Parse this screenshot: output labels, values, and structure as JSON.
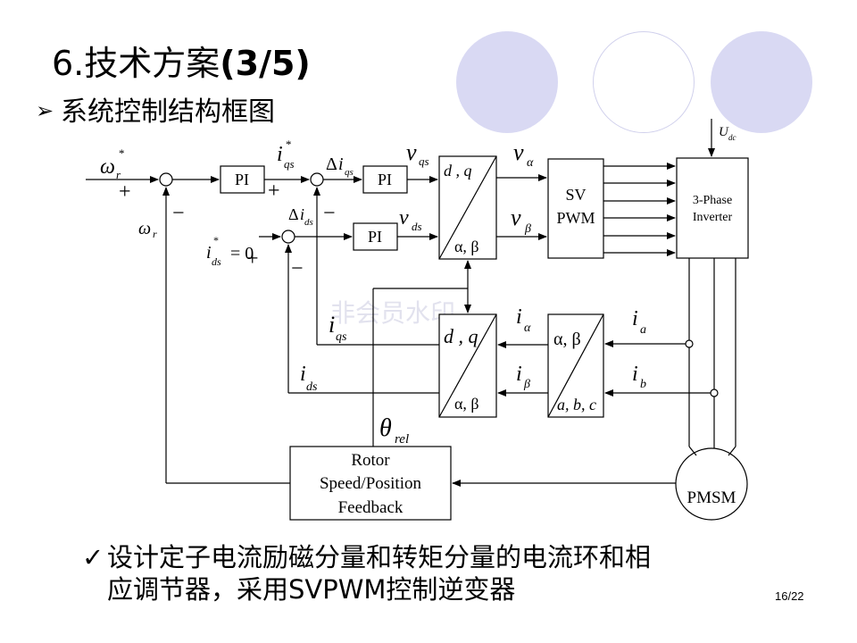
{
  "slide": {
    "title_prefix": "6.技术方案",
    "title_suffix": "(3/5)",
    "subtitle": "系统控制结构框图",
    "description_line1": "设计定子电流励磁分量和转矩分量的电流环和相",
    "description_line2": "应调节器，采用SVPWM控制逆变器",
    "page": "16/22",
    "watermark": "非会员水印"
  },
  "colors": {
    "circle_fill": "#d9d9f3",
    "circle_stroke": "#d0d0ec",
    "line": "#000000"
  },
  "icons": {
    "bullet": "arrowhead-bullet-icon",
    "check": "checkmark-icon"
  },
  "diagram": {
    "pi1": "PI",
    "pi2": "PI",
    "pi3": "PI",
    "svpwm_line1": "SV",
    "svpwm_line2": "PWM",
    "inverter_line1": "3-Phase",
    "inverter_line2": "Inverter",
    "pmsm": "PMSM",
    "feedback_line1": "Rotor",
    "feedback_line2": "Speed/Position",
    "feedback_line3": "Feedback",
    "dq_top": "d , q",
    "ab_top": "α, β",
    "dq_mid": "d , q",
    "ab_mid": "α, β",
    "ab_right": "α, β",
    "abc_right": "a, b, c",
    "plus1": "+",
    "plus2": "+",
    "plus3": "+",
    "minus1": "−",
    "minus2": "−",
    "minus3": "−",
    "equals_zero": "= 0"
  }
}
